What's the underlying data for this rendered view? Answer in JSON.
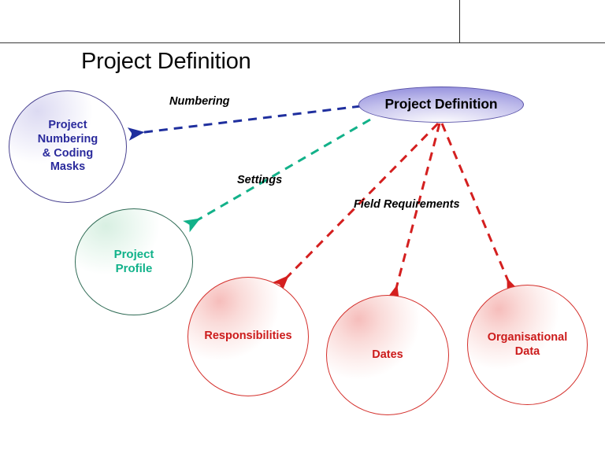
{
  "slide": {
    "title": "Project Definition",
    "background": "#ffffff"
  },
  "header": {
    "rule_color": "#3a3a3a",
    "divider_color": "#2b2b2b"
  },
  "diagram": {
    "hub": {
      "label": "Project Definition",
      "shape": "ellipse",
      "text_color": "#000000",
      "border_color": "#5a53a8",
      "fill_from": "#8d88d9",
      "fill_to": "#ffffff"
    },
    "nodes": [
      {
        "id": "numbering-coding-masks",
        "label": "Project\nNumbering\n& Coding\nMasks",
        "shape": "circle",
        "text_color": "#2a2a9c",
        "border_color": "#47408f"
      },
      {
        "id": "project-profile",
        "label": "Project\nProfile",
        "shape": "circle",
        "text_color": "#11b28a",
        "border_color": "#2f6b55"
      },
      {
        "id": "responsibilities",
        "label": "Responsibilities",
        "shape": "circle",
        "text_color": "#cc1b1b",
        "border_color": "#d4302c"
      },
      {
        "id": "dates",
        "label": "Dates",
        "shape": "circle",
        "text_color": "#cc1b1b",
        "border_color": "#d4302c"
      },
      {
        "id": "organisational-data",
        "label": "Organisational\nData",
        "shape": "circle",
        "text_color": "#cc1b1b",
        "border_color": "#d4302c"
      }
    ],
    "edges": [
      {
        "id": "edge-numbering",
        "label": "Numbering",
        "from": "hub",
        "to": "numbering-coding-masks",
        "color": "#1f2f9e",
        "style": "dashed",
        "arrow": "end"
      },
      {
        "id": "edge-settings",
        "label": "Settings",
        "from": "hub",
        "to": "project-profile",
        "color": "#12b189",
        "style": "dashed",
        "arrow": "end"
      },
      {
        "id": "edge-field-requirements-responsibilities",
        "label": "Field Requirements",
        "from": "hub",
        "to": "responsibilities",
        "color": "#d41f1f",
        "style": "dashed",
        "arrow": "end"
      },
      {
        "id": "edge-field-requirements-dates",
        "label": "",
        "from": "hub",
        "to": "dates",
        "color": "#d41f1f",
        "style": "dashed",
        "arrow": "end"
      },
      {
        "id": "edge-field-requirements-organisational-data",
        "label": "",
        "from": "hub",
        "to": "organisational-data",
        "color": "#d41f1f",
        "style": "dashed",
        "arrow": "end"
      }
    ]
  }
}
